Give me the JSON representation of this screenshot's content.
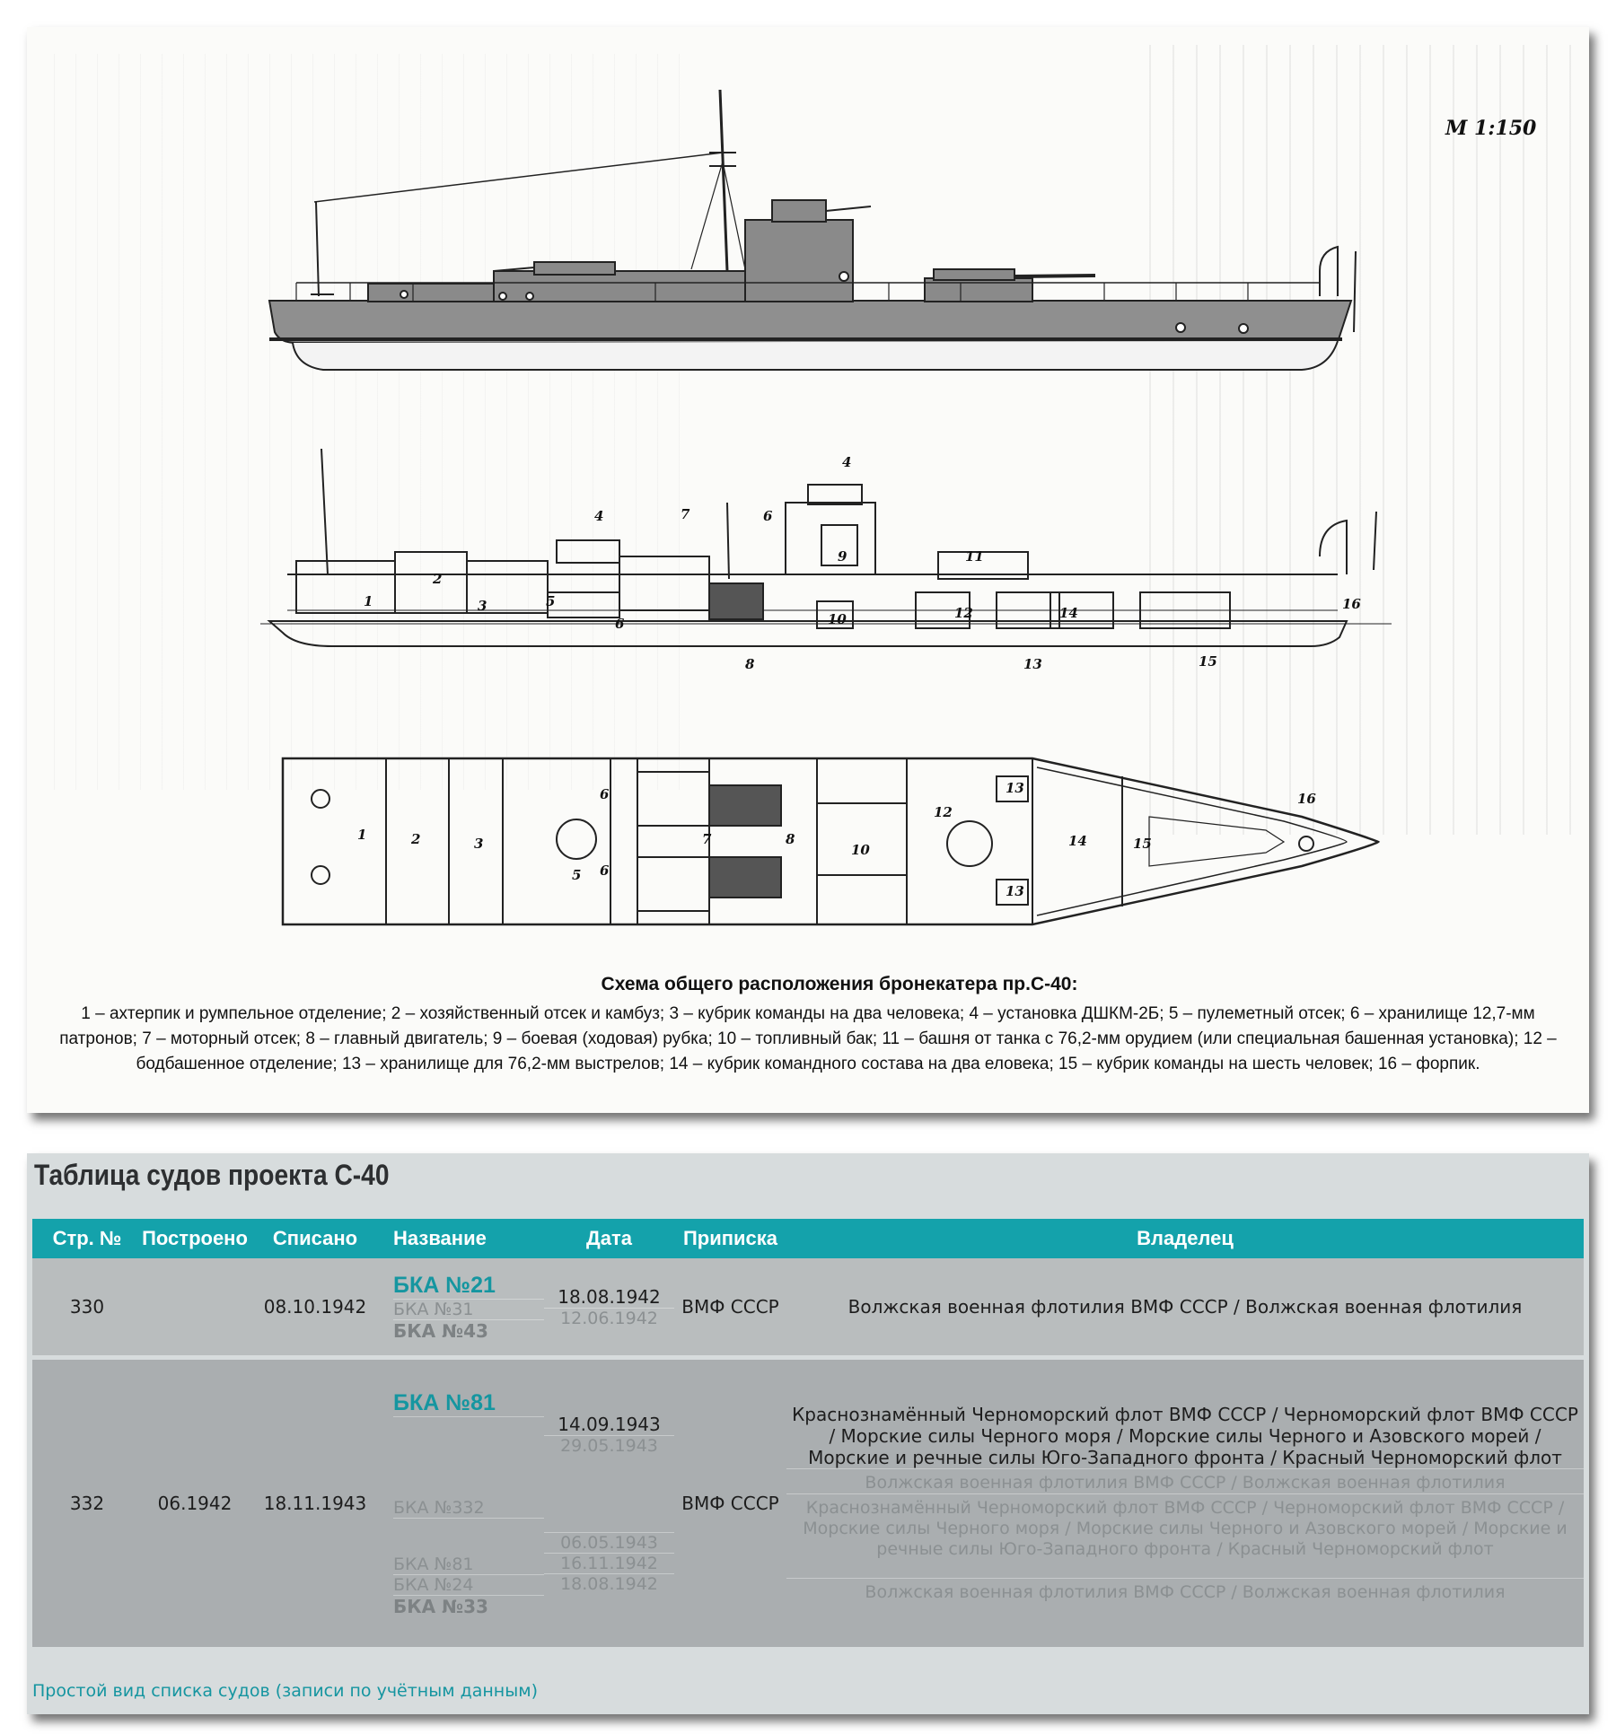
{
  "drawing": {
    "scale": "M 1:150",
    "caption_title": "Схема общего расположения бронекатера пр.С-40:",
    "caption_text": "1 – ахтерпик и румпельное отделение; 2 – хозяйственный отсек и камбуз; 3 – кубрик команды на два человека; 4 – установка ДШКМ-2Б; 5 – пулеметный отсек; 6 – хранилище 12,7-мм патронов; 7 – моторный отсек; 8 – главный двигатель; 9 – боевая (ходовая) рубка; 10 – топливный бак; 11 – башня от танка с 76,2-мм орудием (или специальная башенная установка); 12 – бодбашенное отделение; 13 – хранилище для 76,2-мм выстрелов; 14 – кубрик командного состава на два еловека; 15 – кубрик команды на шесть человек; 16 – форпик.",
    "profile_labels": [
      "1",
      "2",
      "3",
      "4",
      "4",
      "5",
      "6",
      "7",
      "8",
      "9",
      "10",
      "11",
      "12",
      "13",
      "14",
      "15",
      "16",
      "6"
    ],
    "plan_labels": [
      "1",
      "2",
      "3",
      "5",
      "6",
      "6",
      "7",
      "8",
      "10",
      "12",
      "13",
      "13",
      "14",
      "15",
      "16"
    ]
  },
  "table": {
    "title": "Таблица судов проекта С-40",
    "headers": [
      "Стр. №",
      "Построено",
      "Списано",
      "Название",
      "Дата",
      "Приписка",
      "Владелец"
    ],
    "rows": [
      {
        "number": "330",
        "built": "",
        "decommissioned": "08.10.1942",
        "names": [
          "БКА №21",
          "БКА №31",
          "БКА №43"
        ],
        "dates": [
          "18.08.1942",
          "12.06.1942"
        ],
        "registry": "ВМФ СССР",
        "owners": [
          "Волжская военная флотилия ВМФ СССР / Волжская военная флотилия"
        ]
      },
      {
        "number": "332",
        "built": "06.1942",
        "decommissioned": "18.11.1943",
        "names": [
          "БКА №81",
          "БКА №332",
          "БКА №81",
          "БКА №24",
          "БКА №33"
        ],
        "dates": [
          "14.09.1943",
          "29.05.1943",
          "06.05.1943",
          "16.11.1942",
          "18.08.1942"
        ],
        "registry": "ВМФ СССР",
        "owners": [
          "Краснознамённый Черноморский флот ВМФ СССР / Черноморский флот ВМФ СССР / Морские силы Черного моря / Морские силы Черного и Азовского морей / Морские и речные силы Юго-Западного фронта / Красный Черноморский флот",
          "Волжская военная флотилия ВМФ СССР / Волжская военная флотилия",
          "Краснознамённый Черноморский флот ВМФ СССР / Черноморский флот ВМФ СССР / Морские силы Черного моря / Морские силы Черного и Азовского морей / Морские и речные силы Юго-Западного фронта / Красный Черноморский флот",
          "Волжская военная флотилия ВМФ СССР / Волжская военная флотилия"
        ]
      }
    ],
    "footer_link": "Простой вид списка судов (записи по учётным данным)"
  },
  "colors": {
    "header_teal": "#14a2ab",
    "link_teal": "#1595a0",
    "hull_gray": "#8f8f8f"
  }
}
